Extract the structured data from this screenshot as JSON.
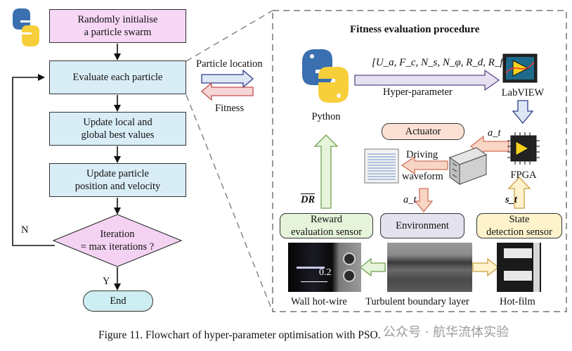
{
  "flowchart": {
    "init": [
      "Randomly initialise",
      "a particle swarm"
    ],
    "evaluate": "Evaluate each particle",
    "update_best": [
      "Update local and",
      "global best values"
    ],
    "update_pos": [
      "Update particle",
      "position and velocity"
    ],
    "iteration": [
      "Iteration",
      "= max iterations ?"
    ],
    "no": "N",
    "yes": "Y",
    "end": "End"
  },
  "link": {
    "particle_location": "Particle location",
    "fitness": "Fitness"
  },
  "procedure": {
    "title": "Fitness evaluation procedure",
    "python": "Python",
    "hyper_params": "[U_a, F_c, N_s, N_φ, R_d, R_f]",
    "hyper_label": "Hyper-parameter",
    "labview": "LabVIEW",
    "fpga": "FPGA",
    "actuator": "Actuator",
    "a_t": "a_t",
    "driving": "Driving",
    "waveform": "waveform",
    "dr": "DR",
    "s_t": "s_t",
    "reward_sensor": [
      "Reward",
      "evaluation sensor"
    ],
    "environment": "Environment",
    "state_sensor": [
      "State",
      "detection sensor"
    ],
    "scale": "0.2",
    "wall_hot_wire": "Wall hot-wire",
    "turbulent": "Turbulent boundary layer",
    "hot_film": "Hot-film"
  },
  "caption": "Figure 11.  Flowchart of hyper-parameter optimisation with PSO.",
  "watermark": "公众号 · 航华流体实验",
  "colors": {
    "pink": "#f6d7f5",
    "blue": "#d9edf7",
    "cyan": "#cdeef2",
    "green": "#e6f4db",
    "lavender": "#e3e2ee",
    "yellow": "#fff3cc",
    "peach": "#fbe1d3"
  }
}
